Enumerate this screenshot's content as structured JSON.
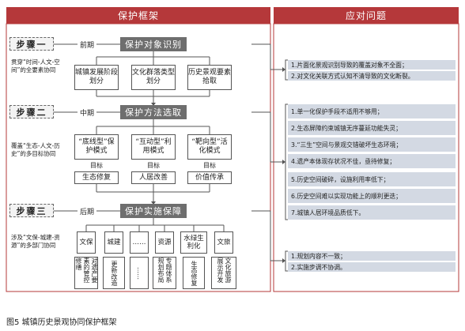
{
  "headers": {
    "left": "保护框架",
    "right": "应对问题"
  },
  "steps": [
    {
      "step": "步骤一",
      "phase": "前期",
      "stage": "保护对象识别",
      "note": "贯穿“时间-人文-空间”的全要素协同"
    },
    {
      "step": "步骤二",
      "phase": "中期",
      "stage": "保护方法选取",
      "note": "覆盖“生态-人文-历史”的多目标协同"
    },
    {
      "step": "步骤三",
      "phase": "后期",
      "stage": "保护实施保障",
      "note": "涉及“文保-城建-资源”的多部门协同"
    }
  ],
  "step1_boxes": [
    "城镇发展阶段划分",
    "文化群落类型划分",
    "历史景观要素拾取"
  ],
  "step2_modes": [
    {
      "name": "“底线型”保护模式",
      "target_label": "目标",
      "goal": "生态修复"
    },
    {
      "name": "“互动型”利用模式",
      "target_label": "目标",
      "goal": "人居改善"
    },
    {
      "name": "“靶向型”活化模式",
      "target_label": "目标",
      "goal": "价值传承"
    }
  ],
  "step3_depts": [
    "文保",
    "城建",
    "……",
    "资源",
    "水绿生利化",
    "文旅"
  ],
  "step3_tasks": [
    "对遗产要素的管控修缮",
    "更新改造",
    "……",
    "专题体系规划布局",
    "生态修复",
    "文化旅游展示开发"
  ],
  "problems": {
    "group1": [
      "1.片面化景观识别导致的覆盖对象不全面；",
      "2.对文化关联方式认知不清导致的文化断裂。"
    ],
    "group2": [
      "1.单一化保护手段不适用不够用；",
      "2.生态屏障约束城镇无序蔓延功能失灵；",
      "3.“三生”空间与景观交错破坏生态环境；",
      "4.遗产本体现存状况不佳，亟待修复；",
      "5.历史空间破碎，设施利用率低下；",
      "6.历史空间难以实现功能上的顺利更迭；",
      "7.城镇人居环境品质低下。"
    ],
    "group3": [
      "1.规划内容不一致；",
      "2.实施步调不协调。"
    ]
  },
  "caption": "图5  城镇历史景观协同保护框架",
  "colors": {
    "header": "#b5383a",
    "stage": "#6e6e6e",
    "problem_bg": "#d3d9e3",
    "panel_border": "#b5383a"
  }
}
